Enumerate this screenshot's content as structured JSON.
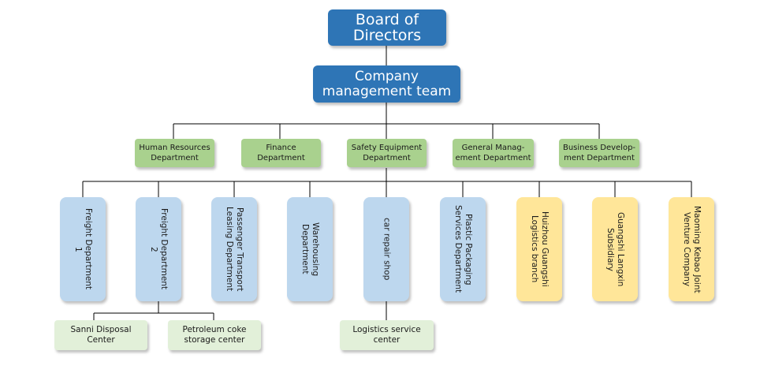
{
  "org": {
    "board": "Board of\nDirectors",
    "management": "Company\nmanagement team",
    "departments": [
      "Human Resources\nDepartment",
      "Finance\nDepartment",
      "Safety Equipment\nDepartment",
      "General Manag-\nement Department",
      "Business Develop-\nment Department"
    ],
    "units": [
      "Freight Department\n1",
      "Freight Department\n2",
      "Passenger Transport\nLeasing Department",
      "Warehousing\nDepartment",
      "car repair shop",
      "Plastic Packaging\nServices Department",
      "Huizhou Guangshi\nLogistics branch",
      "Guangshi Langxin\nSubsidiary",
      "Maoming Kebao Joint\nVenture Company"
    ],
    "subunits": [
      "Sanni Disposal\nCenter",
      "Petroleum coke\nstorage center",
      "Logistics service\ncenter"
    ]
  },
  "colors": {
    "board": "#2e75b6",
    "department": "#a9d18e",
    "unit_blue": "#bdd7ee",
    "unit_yellow": "#ffe699",
    "subunit": "#e2f0d9",
    "line": "#000000"
  }
}
